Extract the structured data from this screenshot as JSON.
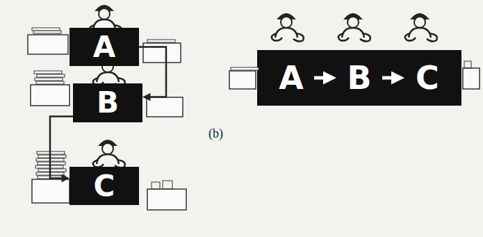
{
  "diagram": {
    "nodes": [
      {
        "text": [
          "A"
        ]
      },
      {
        "text": [
          "B"
        ]
      },
      {
        "text": [
          "C"
        ]
      },
      {
        "text": [
          "A"
        ]
      },
      {
        "text": [
          "B"
        ]
      },
      {
        "text": [
          "C"
        ]
      }
    ],
    "edges": [
      {
        "from": 0,
        "to": 1,
        "arrow": "to"
      },
      {
        "from": 1,
        "to": 2,
        "arrow": "to"
      },
      {
        "from": 3,
        "to": 4,
        "arrow": "to"
      },
      {
        "from": 4,
        "to": 5,
        "arrow": "to"
      }
    ],
    "labels": [
      "(b)"
    ]
  }
}
